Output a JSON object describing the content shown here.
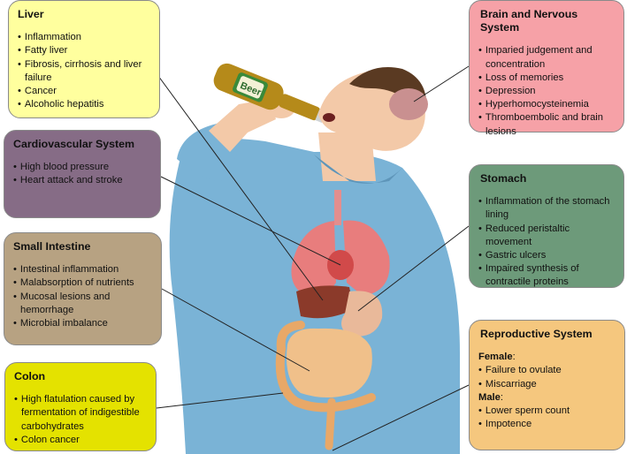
{
  "liver": {
    "title": "Liver",
    "items": [
      "Inflammation",
      "Fatty liver",
      "Fibrosis, cirrhosis and liver failure",
      "Cancer",
      "Alcoholic hepatitis"
    ]
  },
  "cardio": {
    "title": "Cardiovascular System",
    "items": [
      "High blood pressure",
      "Heart attack and stroke"
    ]
  },
  "small_intestine": {
    "title": "Small Intestine",
    "items": [
      "Intestinal inflammation",
      "Malabsorption of nutrients",
      "Mucosal lesions and hemorrhage",
      "Microbial imbalance"
    ]
  },
  "colon": {
    "title": "Colon",
    "items": [
      "High flatulation caused by fermentation of indigestible carbohydrates",
      "Colon cancer"
    ]
  },
  "brain": {
    "title": "Brain and Nervous System",
    "items": [
      "Imparied judgement and concentration",
      "Loss of memories",
      "Depression",
      "Hyperhomocysteinemia",
      "Thromboembolic and brain lesions"
    ]
  },
  "stomach": {
    "title": "Stomach",
    "items": [
      "Inflammation of the stomach lining",
      "Reduced peristaltic movement",
      "Gastric ulcers",
      "Impaired synthesis of contractile proteins"
    ]
  },
  "reproductive": {
    "title": "Reproductive System",
    "female_label": "Female",
    "female_items": [
      "Failure to ovulate",
      "Miscarriage"
    ],
    "male_label": "Male",
    "male_items": [
      "Lower sperm count",
      "Impotence"
    ]
  },
  "bottle_label": "Beer",
  "colors": {
    "liver_box": "#ffff9e",
    "cardio_box": "#866c86",
    "small_intestine_box": "#b7a282",
    "colon_box": "#e4e200",
    "brain_box": "#f6a1a7",
    "stomach_box": "#6d9a7a",
    "reproductive_box": "#f5c77e",
    "hoodie": "#7ab3d6",
    "skin": "#f3c9a8",
    "hair": "#5a3a22"
  }
}
